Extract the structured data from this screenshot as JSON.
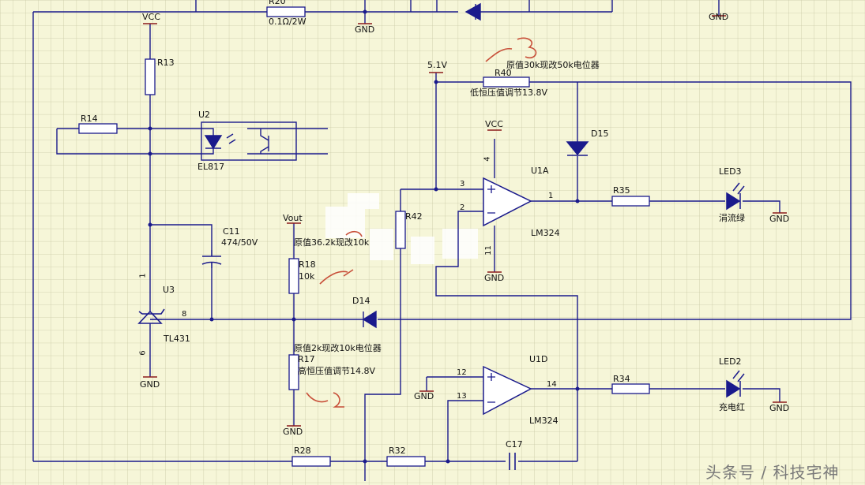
{
  "components": {
    "R20": {
      "ref": "R20",
      "value": "0.1Ω/2W"
    },
    "R13": {
      "ref": "R13"
    },
    "R14": {
      "ref": "R14"
    },
    "U2": {
      "ref": "U2",
      "value": "EL817"
    },
    "C11": {
      "ref": "C11",
      "value": "474/50V"
    },
    "U3": {
      "ref": "U3",
      "value": "TL431",
      "pin1": "1",
      "pin8": "8",
      "pin6": "6"
    },
    "R18": {
      "ref": "R18",
      "value": "10k"
    },
    "R17": {
      "ref": "R17"
    },
    "D14": {
      "ref": "D14"
    },
    "R42": {
      "ref": "R42"
    },
    "R40": {
      "ref": "R40"
    },
    "D15": {
      "ref": "D15"
    },
    "U1A": {
      "ref": "U1A",
      "value": "LM324",
      "pin3": "3",
      "pin2": "2",
      "pin1": "1",
      "pin4": "4",
      "pin11": "11"
    },
    "U1D": {
      "ref": "U1D",
      "value": "LM324",
      "pin12": "12",
      "pin13": "13",
      "pin14": "14"
    },
    "R35": {
      "ref": "R35"
    },
    "R34": {
      "ref": "R34"
    },
    "LED3": {
      "ref": "LED3",
      "label": "涓流绿"
    },
    "LED2": {
      "ref": "LED2",
      "label": "充电红"
    },
    "R28": {
      "ref": "R28"
    },
    "R32": {
      "ref": "R32"
    },
    "C17": {
      "ref": "C17"
    }
  },
  "nets": {
    "vcc": "VCC",
    "gnd": "GND",
    "vout": "Vout",
    "v51": "5.1V"
  },
  "annotations": {
    "r40_note": "原值30k现改50k电位器",
    "r40_adjust": "低恒压值调节13.8V",
    "r18_note": "原值36.2k现改10k",
    "r17_note": "原值2k现改10k电位器",
    "r17_adjust": "高恒压值调节14.8V"
  },
  "watermark": "头条号 / 科技宅神",
  "colors": {
    "background": "#f6f6d8",
    "grid": "#c9c9a5",
    "wire": "#1a1a8c",
    "body": "#1a1a8c",
    "pin": "#8b1a1a",
    "text": "#111111",
    "handwriting": "#c8503a"
  }
}
